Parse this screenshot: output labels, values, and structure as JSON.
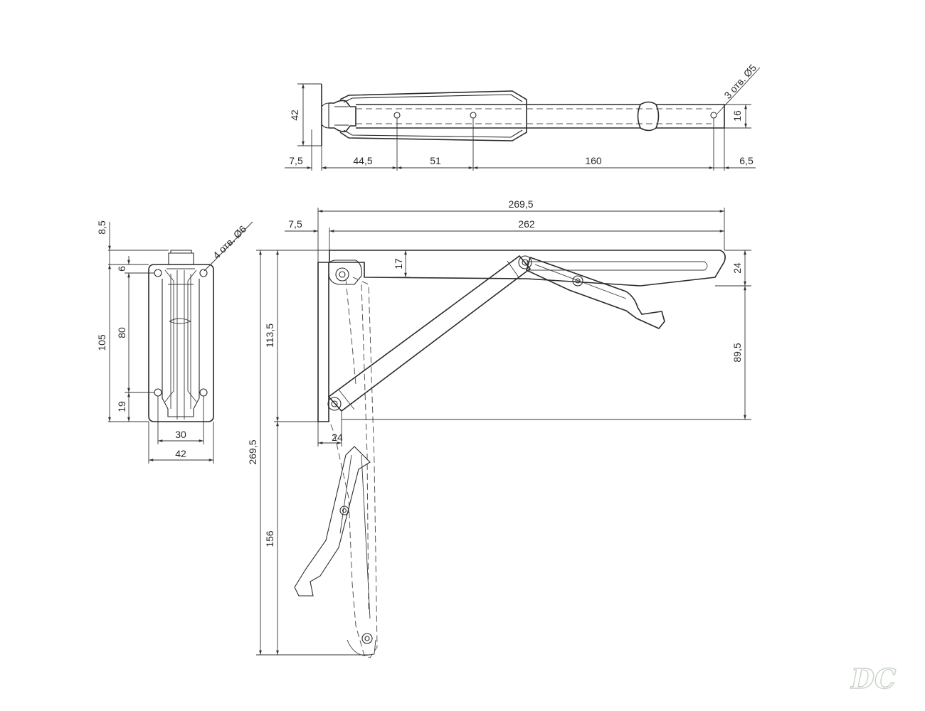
{
  "top_view": {
    "dim_height": "42",
    "dim_hole_spacing_vertical": "16",
    "dim_left_offset": "7,5",
    "dim_first_hole": "44,5",
    "dim_hole_pitch": "51",
    "dim_last_span": "160",
    "dim_end_offset": "6,5",
    "hole_note": "3 отв. Ø5"
  },
  "side_view": {
    "dim_top_offset": "8,5",
    "dim_hole_from_top": "6",
    "dim_total_height": "105",
    "dim_hole_spacing": "80",
    "dim_hole_from_bottom": "19",
    "dim_hole_width": "30",
    "dim_total_width": "42",
    "hole_note": "4 отв. Ø6"
  },
  "main_view": {
    "dim_total_length": "269,5",
    "dim_left_offset": "7,5",
    "dim_arm_length": "262",
    "dim_slot_depth": "17",
    "dim_arm_thickness": "24",
    "dim_upper_height": "113,5",
    "dim_pivot_height": "89,5",
    "dim_plate_width": "24",
    "dim_total_height": "269,5",
    "dim_lower_height": "156"
  },
  "watermark": {
    "text": "DC",
    "color": "#c9d3c9"
  }
}
